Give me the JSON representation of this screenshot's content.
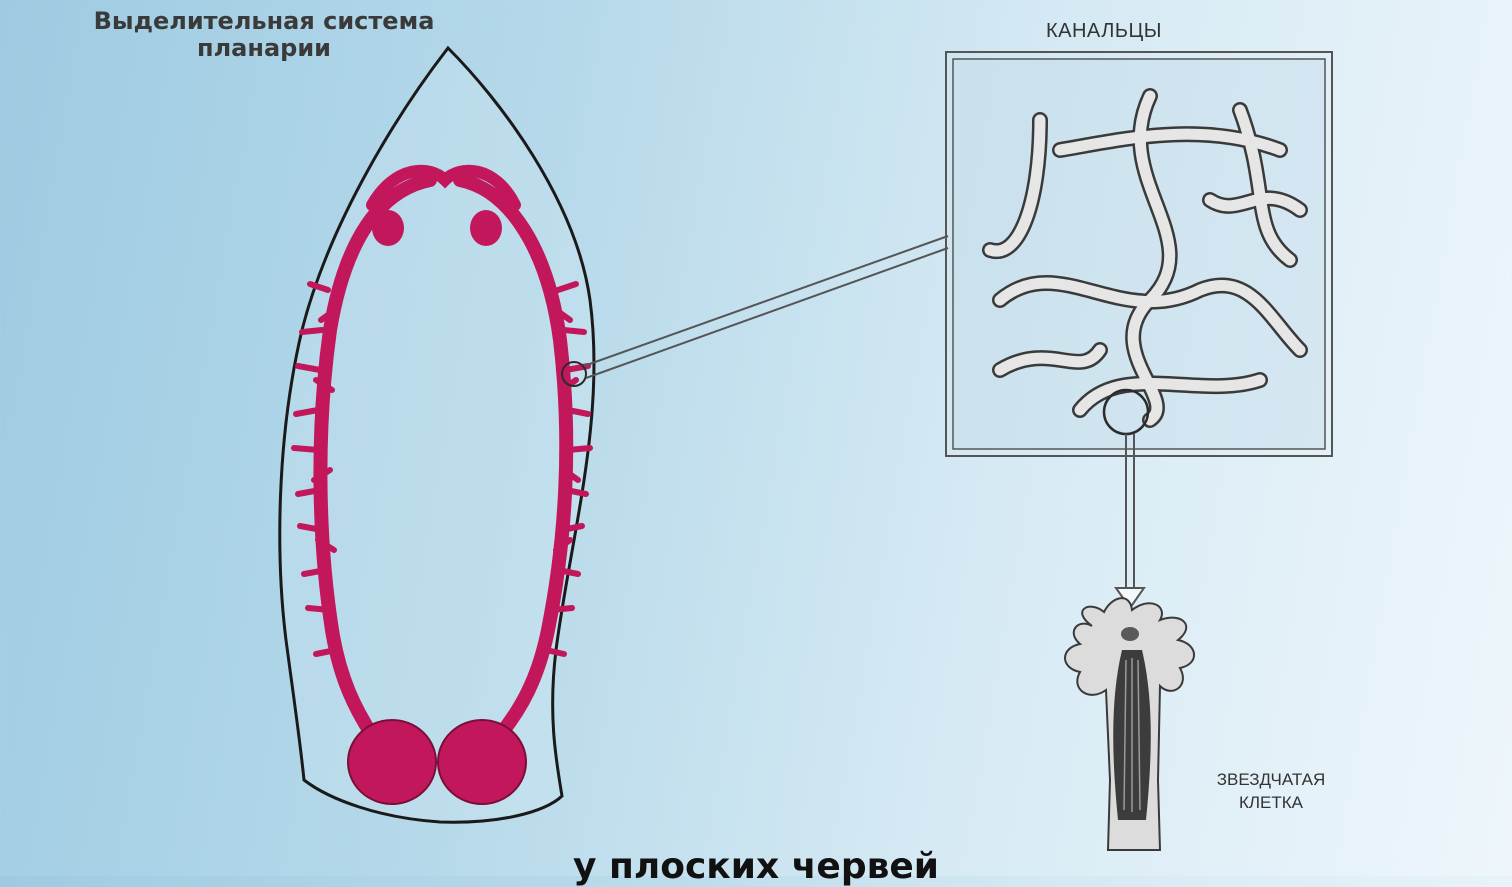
{
  "title": "Выделительная система планарии",
  "labels": {
    "tubules": "КАНАЛЬЦЫ",
    "star_cell": "ЗВЕЗДЧАТАЯ КЛЕТКА"
  },
  "caption": "у плоских червей",
  "colors": {
    "background_left": "#9ecbe2",
    "background_right": "#eef6fb",
    "excretory_channels": "#c2185b",
    "body_outline": "#1a1a1a",
    "tubules_fill": "#d9d9d9"
  }
}
